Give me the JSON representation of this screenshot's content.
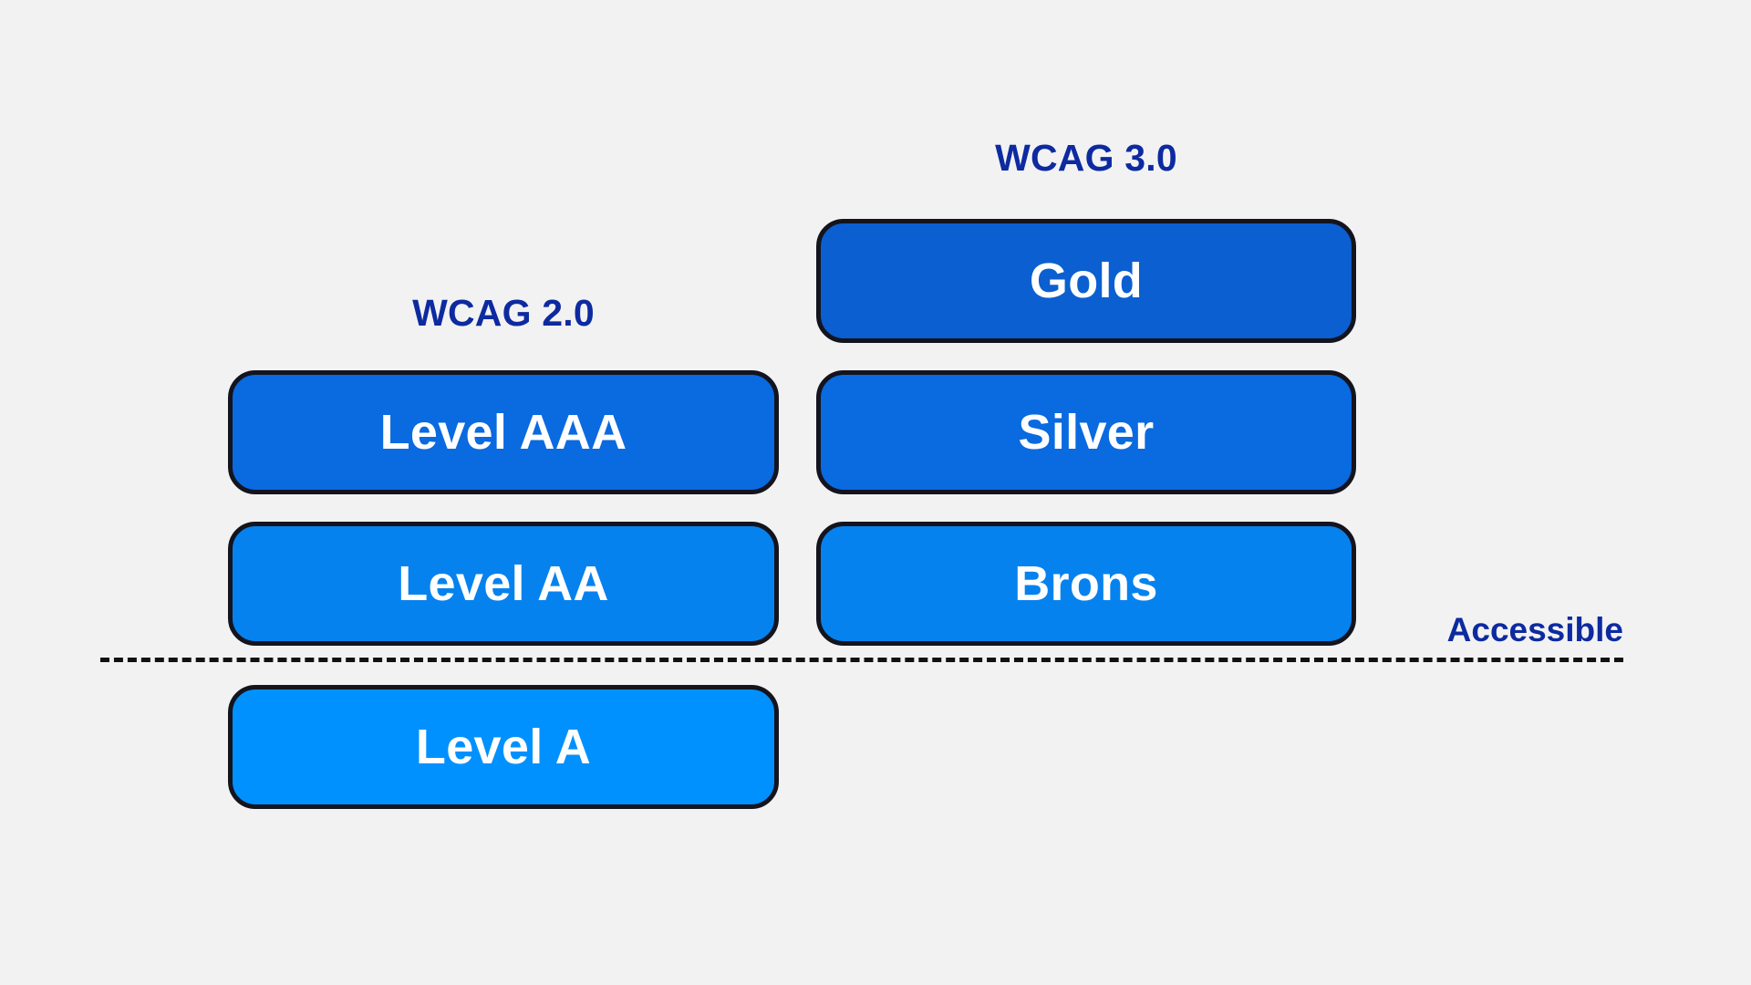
{
  "diagram": {
    "background_color": "#f2f2f2",
    "title_color": "#0d2aa0",
    "box_border_color": "#14141e",
    "box_text_color": "#ffffff",
    "threshold_line_color": "#111111"
  },
  "groups": [
    {
      "id": "wcag-2",
      "label": "WCAG 2.0",
      "levels": [
        {
          "label": "Level AAA",
          "color": "#0a6ae0",
          "above_threshold": true
        },
        {
          "label": "Level AA",
          "color": "#0682ee",
          "above_threshold": true
        },
        {
          "label": "Level A",
          "color": "#0091ff",
          "above_threshold": false
        }
      ]
    },
    {
      "id": "wcag-3",
      "label": "WCAG 3.0",
      "levels": [
        {
          "label": "Gold",
          "color": "#0b5fd0",
          "above_threshold": true
        },
        {
          "label": "Silver",
          "color": "#0a6ae0",
          "above_threshold": true
        },
        {
          "label": "Brons",
          "color": "#0682ee",
          "above_threshold": true
        }
      ]
    }
  ],
  "threshold": {
    "label": "Accessible"
  }
}
